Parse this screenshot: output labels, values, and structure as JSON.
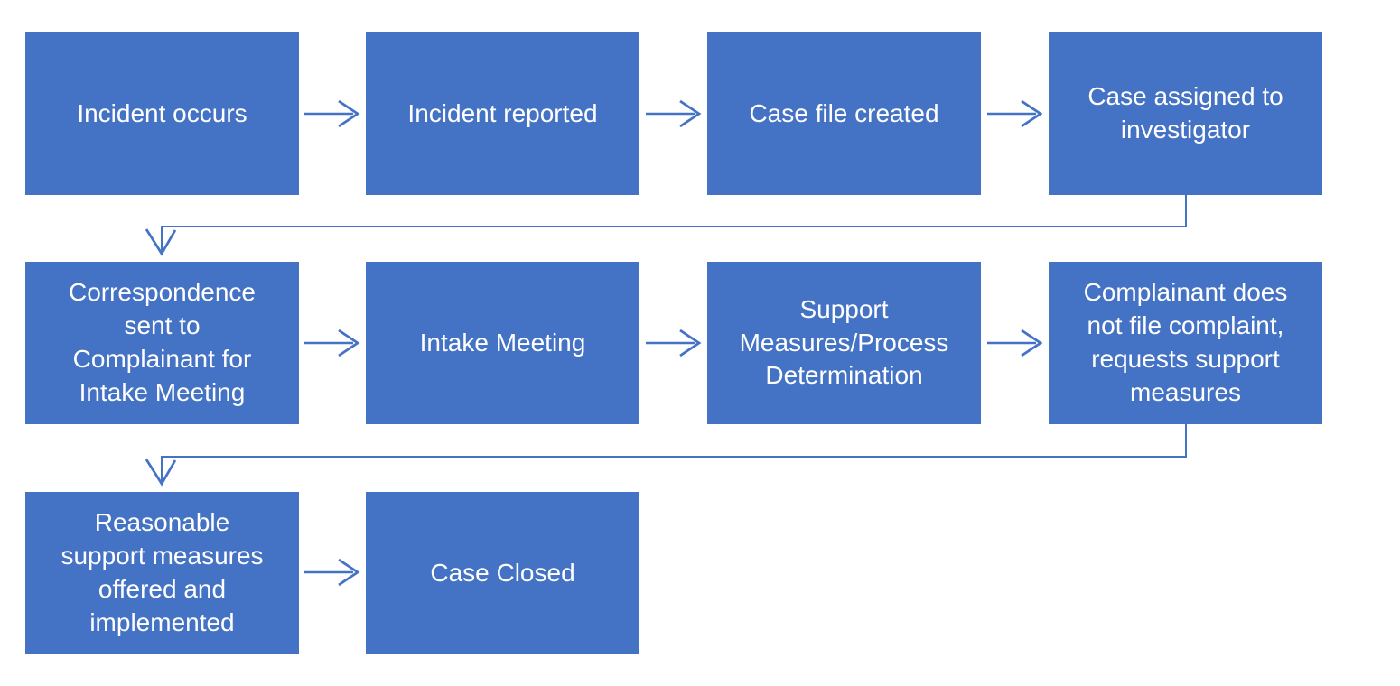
{
  "diagram": {
    "type": "flowchart",
    "colors": {
      "node_fill": "#4472C4",
      "node_text": "#ffffff",
      "connector": "#4472C4",
      "background": "#ffffff"
    },
    "nodes": [
      {
        "id": "incident-occurs",
        "label": "Incident occurs",
        "row": 1,
        "col": 1
      },
      {
        "id": "incident-reported",
        "label": "Incident reported",
        "row": 1,
        "col": 2
      },
      {
        "id": "case-file-created",
        "label": "Case file created",
        "row": 1,
        "col": 3
      },
      {
        "id": "case-assigned-to-investigator",
        "label": "Case assigned to\ninvestigator",
        "row": 1,
        "col": 4
      },
      {
        "id": "correspondence-sent",
        "label": "Correspondence\nsent to\nComplainant for\nIntake Meeting",
        "row": 2,
        "col": 1
      },
      {
        "id": "intake-meeting",
        "label": "Intake Meeting",
        "row": 2,
        "col": 2
      },
      {
        "id": "support-measures-process-determination",
        "label": "Support\nMeasures/Process\nDetermination",
        "row": 2,
        "col": 3
      },
      {
        "id": "complainant-does-not-file",
        "label": "Complainant does\nnot file complaint,\nrequests support\nmeasures",
        "row": 2,
        "col": 4
      },
      {
        "id": "reasonable-support-measures",
        "label": "Reasonable\nsupport measures\noffered and\nimplemented",
        "row": 3,
        "col": 1
      },
      {
        "id": "case-closed",
        "label": "Case Closed",
        "row": 3,
        "col": 2
      }
    ],
    "edges": [
      {
        "from": "incident-occurs",
        "to": "incident-reported",
        "style": "straight-arrow"
      },
      {
        "from": "incident-reported",
        "to": "case-file-created",
        "style": "straight-arrow"
      },
      {
        "from": "case-file-created",
        "to": "case-assigned-to-investigator",
        "style": "straight-arrow"
      },
      {
        "from": "case-assigned-to-investigator",
        "to": "correspondence-sent",
        "style": "elbow-arrow"
      },
      {
        "from": "correspondence-sent",
        "to": "intake-meeting",
        "style": "straight-arrow"
      },
      {
        "from": "intake-meeting",
        "to": "support-measures-process-determination",
        "style": "straight-arrow"
      },
      {
        "from": "support-measures-process-determination",
        "to": "complainant-does-not-file",
        "style": "straight-arrow"
      },
      {
        "from": "complainant-does-not-file",
        "to": "reasonable-support-measures",
        "style": "elbow-arrow"
      },
      {
        "from": "reasonable-support-measures",
        "to": "case-closed",
        "style": "straight-arrow"
      }
    ]
  }
}
